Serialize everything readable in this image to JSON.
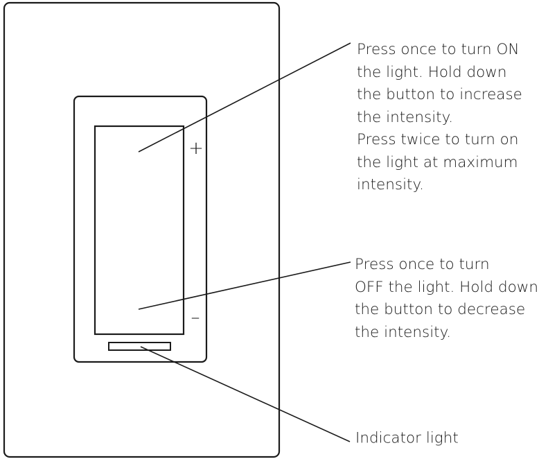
{
  "callouts": {
    "on_button": [
      "Press once to turn ON",
      "the light. Hold down",
      "the button to increase",
      "the intensity.",
      "Press twice to turn on",
      "the light at maximum",
      "intensity."
    ],
    "off_button": [
      "Press once to turn",
      "OFF the light. Hold down",
      "the button to decrease",
      "the intensity."
    ],
    "indicator": "Indicator light"
  },
  "symbols": {
    "increase": "+",
    "decrease": "–"
  },
  "colors": {
    "stroke": "#1a1a1a",
    "background": "#ffffff"
  }
}
